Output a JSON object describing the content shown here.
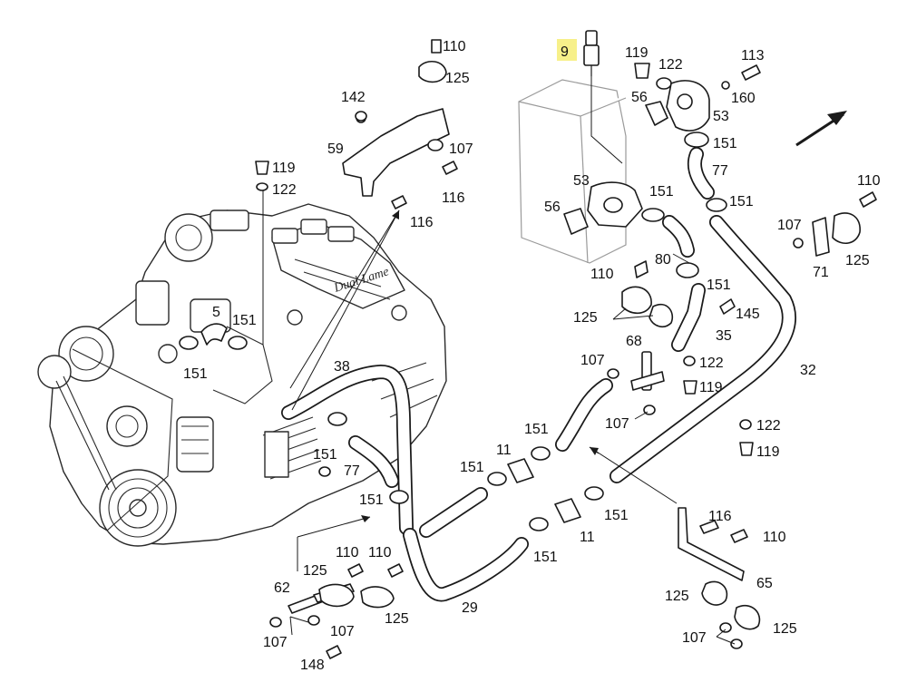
{
  "diagram": {
    "highlight_color": "#f7f08a",
    "line_color": "#1a1a1a",
    "callouts": [
      {
        "id": "c9",
        "text": "9",
        "highlighted": true
      },
      {
        "id": "c119a",
        "text": "119"
      },
      {
        "id": "c122a",
        "text": "122"
      },
      {
        "id": "c113",
        "text": "113"
      },
      {
        "id": "c56a",
        "text": "56"
      },
      {
        "id": "c160",
        "text": "160"
      },
      {
        "id": "c53a",
        "text": "53"
      },
      {
        "id": "c151a",
        "text": "151"
      },
      {
        "id": "c77a",
        "text": "77"
      },
      {
        "id": "c53b",
        "text": "53"
      },
      {
        "id": "c56b",
        "text": "56"
      },
      {
        "id": "c151b",
        "text": "151"
      },
      {
        "id": "c151c",
        "text": "151"
      },
      {
        "id": "c110a",
        "text": "110"
      },
      {
        "id": "c107a",
        "text": "107"
      },
      {
        "id": "c80",
        "text": "80"
      },
      {
        "id": "c71",
        "text": "71"
      },
      {
        "id": "c125a",
        "text": "125"
      },
      {
        "id": "c110b",
        "text": "110"
      },
      {
        "id": "c151d",
        "text": "151"
      },
      {
        "id": "c125b",
        "text": "125"
      },
      {
        "id": "c145",
        "text": "145"
      },
      {
        "id": "c35",
        "text": "35"
      },
      {
        "id": "c68",
        "text": "68"
      },
      {
        "id": "c107b",
        "text": "107"
      },
      {
        "id": "c122b",
        "text": "122"
      },
      {
        "id": "c119b",
        "text": "119"
      },
      {
        "id": "c32",
        "text": "32"
      },
      {
        "id": "c107c",
        "text": "107"
      },
      {
        "id": "c122c",
        "text": "122"
      },
      {
        "id": "c119c",
        "text": "119"
      },
      {
        "id": "c151e",
        "text": "151"
      },
      {
        "id": "c11a",
        "text": "11"
      },
      {
        "id": "c151f",
        "text": "151"
      },
      {
        "id": "c151g",
        "text": "151"
      },
      {
        "id": "c11b",
        "text": "11"
      },
      {
        "id": "c151h",
        "text": "151"
      },
      {
        "id": "c116a",
        "text": "116"
      },
      {
        "id": "c110c",
        "text": "110"
      },
      {
        "id": "c65",
        "text": "65"
      },
      {
        "id": "c125c",
        "text": "125"
      },
      {
        "id": "c125d",
        "text": "125"
      },
      {
        "id": "c107d",
        "text": "107"
      },
      {
        "id": "c110d",
        "text": "110"
      },
      {
        "id": "c125e",
        "text": "125"
      },
      {
        "id": "c142",
        "text": "142"
      },
      {
        "id": "c59",
        "text": "59"
      },
      {
        "id": "c107e",
        "text": "107"
      },
      {
        "id": "c116b",
        "text": "116"
      },
      {
        "id": "c116c",
        "text": "116"
      },
      {
        "id": "c119d",
        "text": "119"
      },
      {
        "id": "c122d",
        "text": "122"
      },
      {
        "id": "c5",
        "text": "5"
      },
      {
        "id": "c151i",
        "text": "151"
      },
      {
        "id": "c151j",
        "text": "151"
      },
      {
        "id": "c38",
        "text": "38"
      },
      {
        "id": "c151k",
        "text": "151"
      },
      {
        "id": "c77b",
        "text": "77"
      },
      {
        "id": "c151l",
        "text": "151"
      },
      {
        "id": "c110e",
        "text": "110"
      },
      {
        "id": "c110f",
        "text": "110"
      },
      {
        "id": "c125f",
        "text": "125"
      },
      {
        "id": "c62",
        "text": "62"
      },
      {
        "id": "c125g",
        "text": "125"
      },
      {
        "id": "c107f",
        "text": "107"
      },
      {
        "id": "c107g",
        "text": "107"
      },
      {
        "id": "c148",
        "text": "148"
      },
      {
        "id": "c29",
        "text": "29"
      }
    ]
  }
}
